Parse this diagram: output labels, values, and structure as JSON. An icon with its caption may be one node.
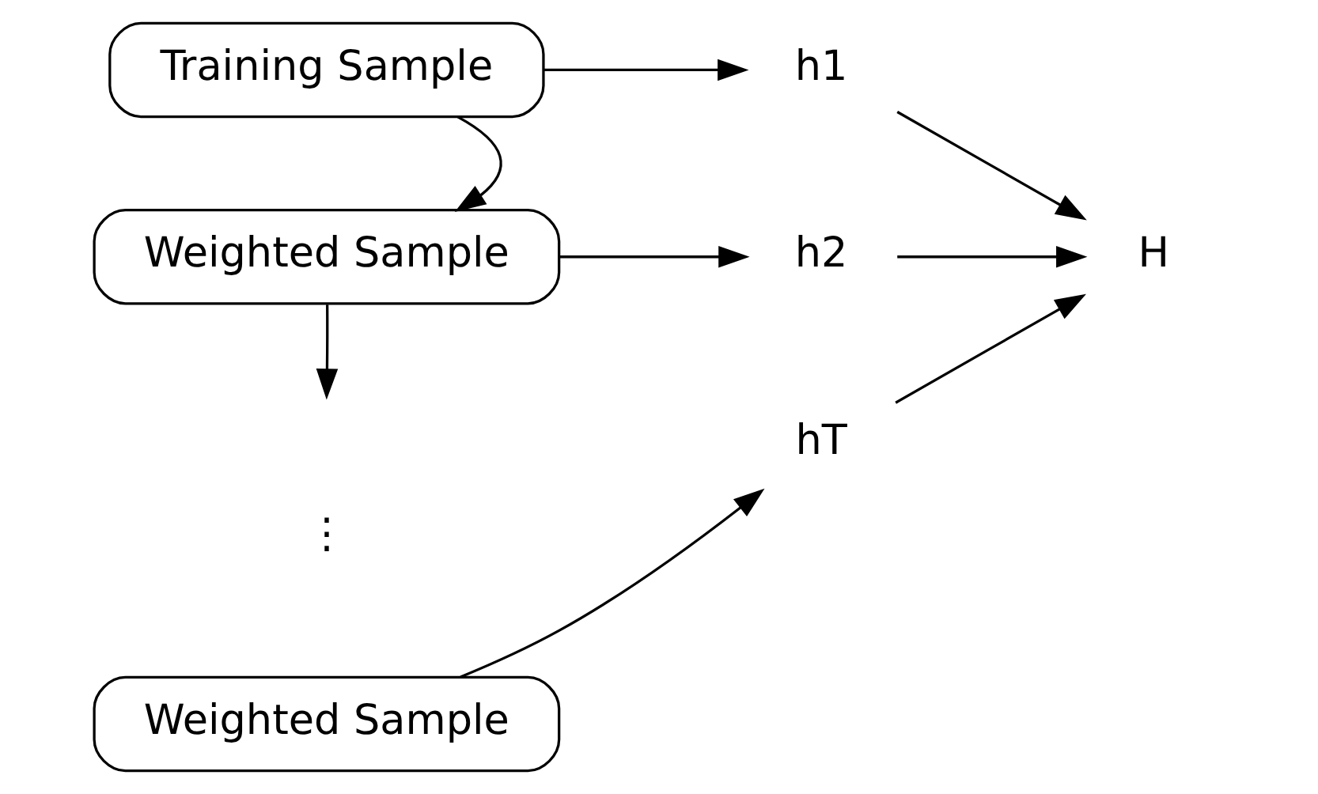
{
  "diagram": {
    "nodes": [
      {
        "text": [
          "Training Sample"
        ]
      },
      {
        "text": [
          "h1"
        ]
      },
      {
        "text": [
          "Weighted Sample"
        ]
      },
      {
        "text": [
          "h2"
        ]
      },
      {
        "text": [
          "H"
        ]
      },
      {
        "text": [
          "Weighted Sample"
        ]
      },
      {
        "text": [
          "hT"
        ]
      }
    ],
    "edges": [
      {
        "from": 0,
        "to": 1,
        "arrow": "to"
      },
      {
        "from": 0,
        "to": 2,
        "arrow": "to"
      },
      {
        "from": 1,
        "to": 4,
        "arrow": "to"
      },
      {
        "from": 2,
        "to": 3,
        "arrow": "to"
      },
      {
        "from": 3,
        "to": 4,
        "arrow": "to"
      },
      {
        "from": 2,
        "to": null,
        "arrow": "to"
      },
      {
        "from": 5,
        "to": 6,
        "arrow": "to"
      },
      {
        "from": 6,
        "to": 4,
        "arrow": "to"
      }
    ],
    "labels": [
      "⋮"
    ]
  }
}
